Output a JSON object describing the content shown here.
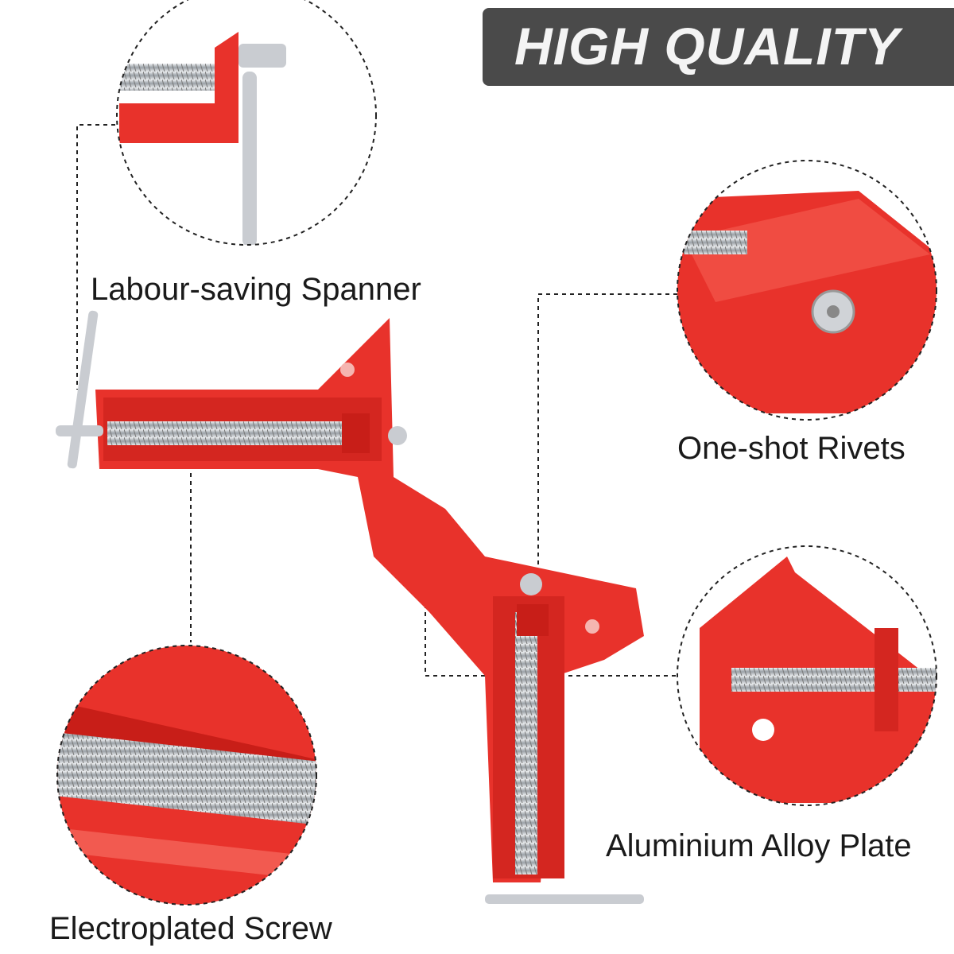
{
  "banner": {
    "text": "HIGH QUALITY"
  },
  "features": [
    {
      "label": "Labour-saving Spanner"
    },
    {
      "label": "One-shot Rivets"
    },
    {
      "label": "Aluminium Alloy Plate"
    },
    {
      "label": "Electroplated Screw"
    }
  ],
  "colors": {
    "clamp_red": "#e8322b",
    "banner": "#4a4a4a",
    "screw": "#c9ccd1"
  }
}
